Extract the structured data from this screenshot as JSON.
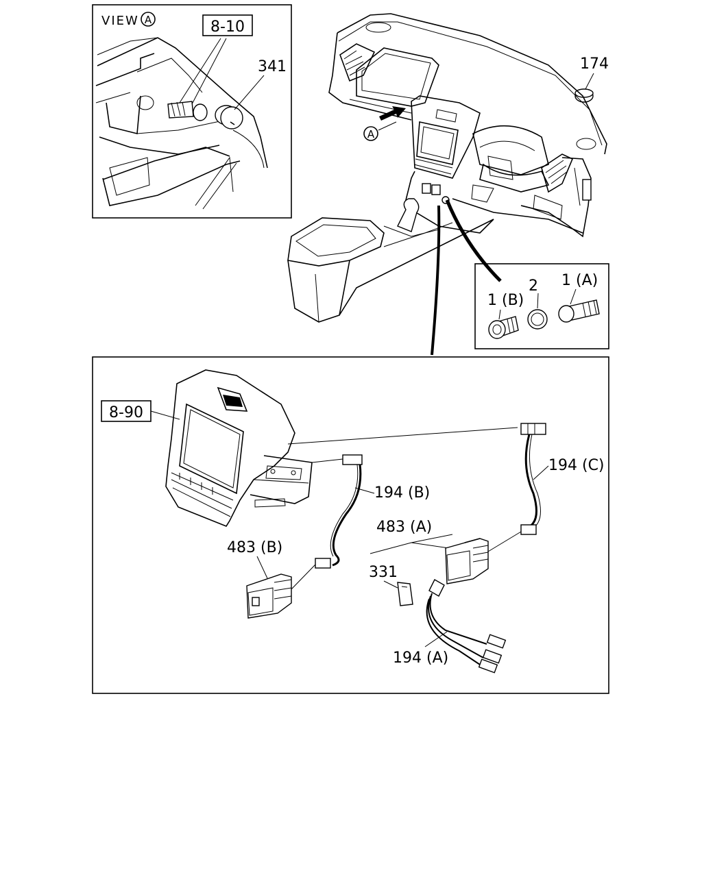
{
  "view_label": "VIEW",
  "view_marker": "A",
  "inset_view": {
    "ref_box": "8-10",
    "part_341": "341"
  },
  "main_view": {
    "part_174": "174",
    "view_marker": "A"
  },
  "lighter_inset": {
    "part_1a": "1 (A)",
    "part_1b": "1 (B)",
    "part_2": "2"
  },
  "lower_view": {
    "ref_box": "8-90",
    "part_194c": "194 (C)",
    "part_194b": "194 (B)",
    "part_483a": "483 (A)",
    "part_483b": "483 (B)",
    "part_331": "331",
    "part_194a": "194 (A)"
  }
}
